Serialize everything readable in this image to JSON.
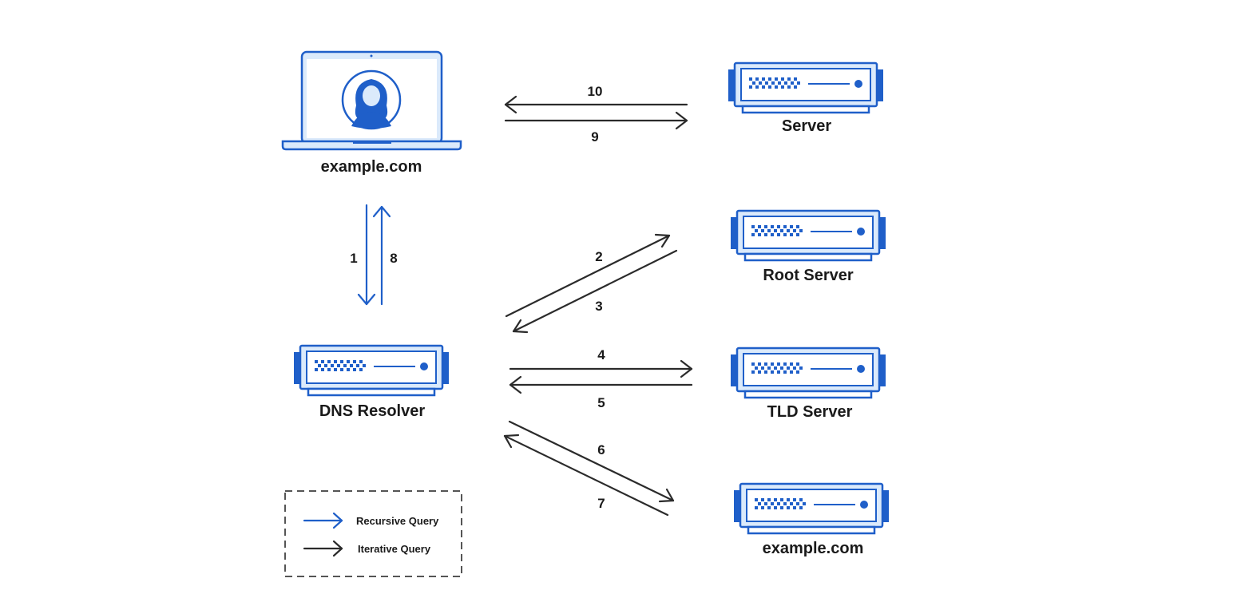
{
  "nodes": {
    "client": {
      "label": "example.com"
    },
    "server": {
      "label": "Server"
    },
    "resolver": {
      "label": "DNS Resolver"
    },
    "root": {
      "label": "Root Server"
    },
    "tld": {
      "label": "TLD Server"
    },
    "authoritative": {
      "label": "example.com"
    }
  },
  "steps": {
    "s1": "1",
    "s2": "2",
    "s3": "3",
    "s4": "4",
    "s5": "5",
    "s6": "6",
    "s7": "7",
    "s8": "8",
    "s9": "9",
    "s10": "10"
  },
  "legend": {
    "recursive": "Recursive Query",
    "iterative": "Iterative Query"
  },
  "colors": {
    "recursive": "#1f5fc9",
    "iterative": "#2b2b2b",
    "device_fill": "#dbeafb",
    "device_stroke": "#1f5fc9"
  }
}
